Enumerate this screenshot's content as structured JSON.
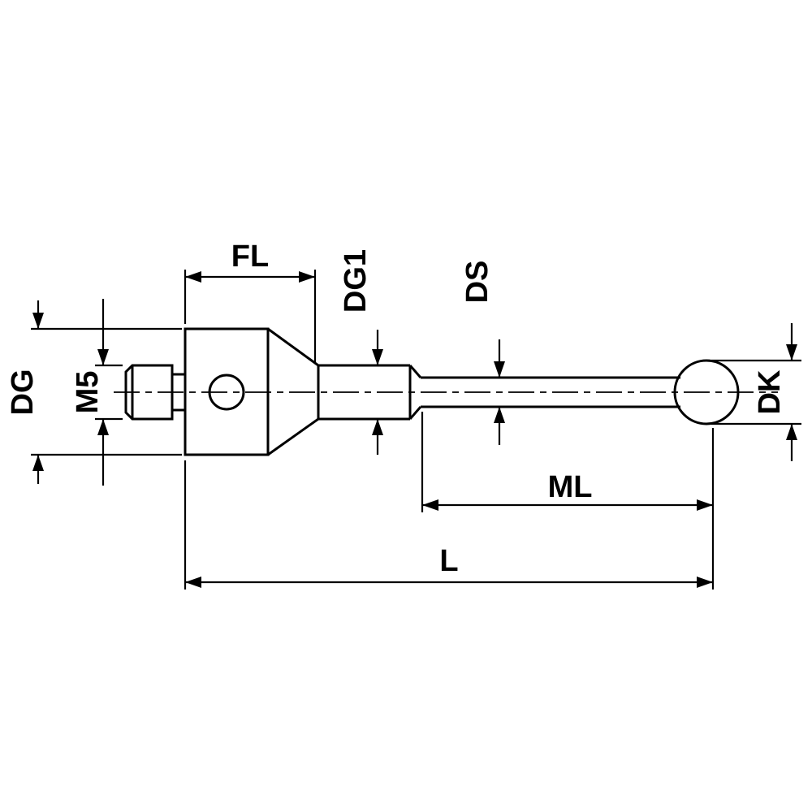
{
  "drawing": {
    "background": "#ffffff",
    "line_color": "#000000",
    "type": "stylus-dimension-drawing",
    "labels": {
      "fl": "FL",
      "dg1": "DG1",
      "ds": "DS",
      "dg": "DG",
      "m5": "M5",
      "dk": "DK",
      "ml": "ML",
      "l": "L"
    }
  }
}
